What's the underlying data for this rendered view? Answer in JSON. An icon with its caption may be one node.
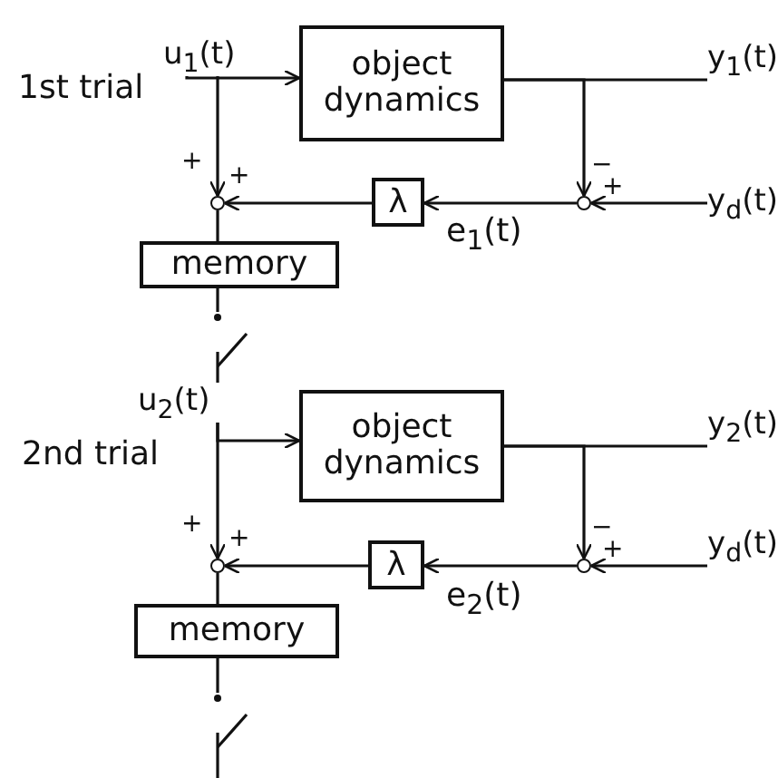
{
  "diagram": {
    "nodes": [
      {
        "text": [
          "u$_{1}$(t)"
        ]
      },
      {
        "text": [
          "object dynamics"
        ]
      },
      {
        "text": [
          "y$_{1}$(t)"
        ]
      },
      {
        "text": [],
        "shape": "circle",
        "beside": [
          "−",
          "+"
        ]
      },
      {
        "text": [
          "y$_{d}$(t)"
        ]
      },
      {
        "text": [],
        "shape": "circle",
        "beside": [
          "+",
          "+"
        ]
      },
      {
        "text": [
          "λ"
        ]
      },
      {
        "text": [
          "memory"
        ]
      },
      {
        "text": [],
        "shape": "switch"
      },
      {
        "text": [
          "u$_{2}$(t)"
        ]
      },
      {
        "text": [
          "object dynamics"
        ]
      },
      {
        "text": [
          "y$_{2}$(t)"
        ]
      },
      {
        "text": [],
        "shape": "circle",
        "beside": [
          "−",
          "+"
        ]
      },
      {
        "text": [
          "y$_{d}$(t)"
        ]
      },
      {
        "text": [],
        "shape": "circle",
        "beside": [
          "+",
          "+"
        ]
      },
      {
        "text": [
          "λ"
        ]
      },
      {
        "text": [
          "memory"
        ]
      },
      {
        "text": [],
        "shape": "switch"
      }
    ],
    "edges": [
      {
        "from": 0,
        "to": 1,
        "arrow": "to"
      },
      {
        "from": 0,
        "to": 5,
        "arrow": "to"
      },
      {
        "from": 1,
        "to": 2,
        "arrow": "none"
      },
      {
        "from": 1,
        "to": 3,
        "arrow": "to"
      },
      {
        "from": 4,
        "to": 3,
        "arrow": "to"
      },
      {
        "from": 3,
        "to": 6,
        "arrow": "to",
        "label": "e$_{1}$(t)"
      },
      {
        "from": 6,
        "to": 5,
        "arrow": "to"
      },
      {
        "from": 5,
        "to": 7,
        "arrow": "none"
      },
      {
        "from": 7,
        "to": 8,
        "arrow": "none"
      },
      {
        "from": 8,
        "to": 9,
        "arrow": "none"
      },
      {
        "from": 9,
        "to": 10,
        "arrow": "to"
      },
      {
        "from": 9,
        "to": 14,
        "arrow": "to"
      },
      {
        "from": 10,
        "to": 11,
        "arrow": "none"
      },
      {
        "from": 10,
        "to": 12,
        "arrow": "to"
      },
      {
        "from": 13,
        "to": 12,
        "arrow": "to"
      },
      {
        "from": 12,
        "to": 15,
        "arrow": "to",
        "label": "e$_{2}$(t)"
      },
      {
        "from": 15,
        "to": 14,
        "arrow": "to"
      },
      {
        "from": 14,
        "to": 16,
        "arrow": "none"
      },
      {
        "from": 16,
        "to": 17,
        "arrow": "none"
      },
      {
        "from": 17,
        "to": null,
        "arrow": "none"
      }
    ],
    "labels": [
      "1st trial",
      "2nd trial"
    ]
  }
}
